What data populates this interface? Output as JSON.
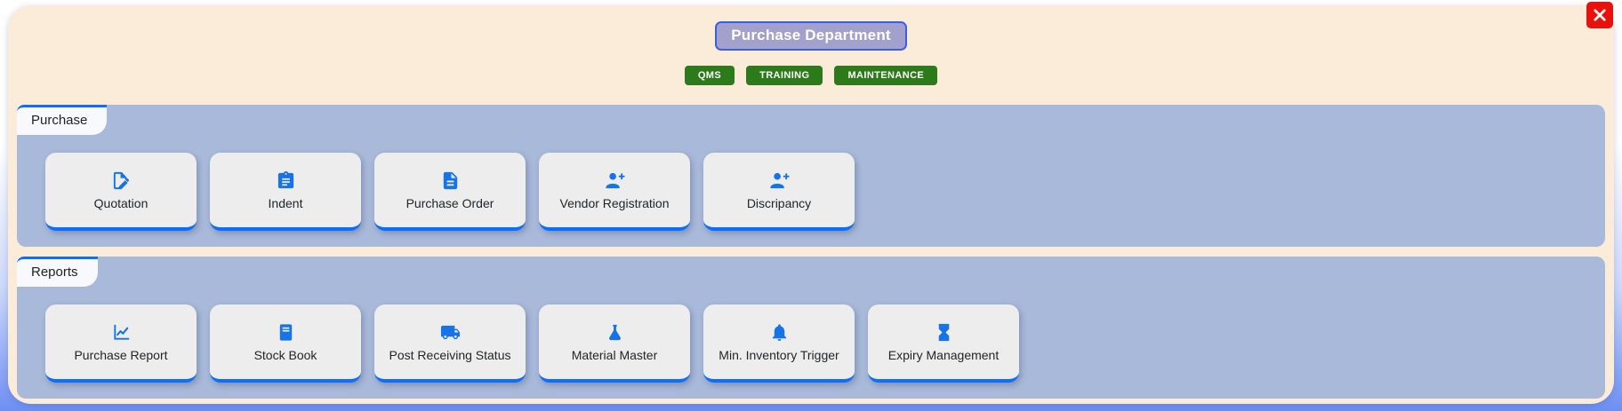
{
  "window": {
    "title": "Purchase Department"
  },
  "top_buttons": [
    {
      "label": "QMS"
    },
    {
      "label": "TRAINING"
    },
    {
      "label": "MAINTENANCE"
    }
  ],
  "sections": [
    {
      "tab": "Purchase",
      "cards": [
        {
          "label": "Quotation",
          "icon": "file-signature-icon"
        },
        {
          "label": "Indent",
          "icon": "clipboard-icon"
        },
        {
          "label": "Purchase Order",
          "icon": "file-invoice-icon"
        },
        {
          "label": "Vendor Registration",
          "icon": "person-add-icon"
        },
        {
          "label": "Discripancy",
          "icon": "person-add-icon"
        }
      ]
    },
    {
      "tab": "Reports",
      "cards": [
        {
          "label": "Purchase Report",
          "icon": "chart-line-icon"
        },
        {
          "label": "Stock Book",
          "icon": "book-icon"
        },
        {
          "label": "Post Receiving Status",
          "icon": "truck-icon"
        },
        {
          "label": "Material Master",
          "icon": "flask-icon"
        },
        {
          "label": "Min. Inventory Trigger",
          "icon": "bell-icon"
        },
        {
          "label": "Expiry Management",
          "icon": "hourglass-icon"
        }
      ]
    }
  ],
  "colors": {
    "accent_blue": "#0d6efd",
    "icon_blue": "#1673e8",
    "green_button": "#2d7a1a",
    "panel_cream": "#faecd8",
    "section_periwinkle": "#a8b9da",
    "card_gray": "#ededed",
    "close_red": "#e8120c",
    "title_bg": "#a2a0cd",
    "title_border": "#3b5fe0"
  }
}
